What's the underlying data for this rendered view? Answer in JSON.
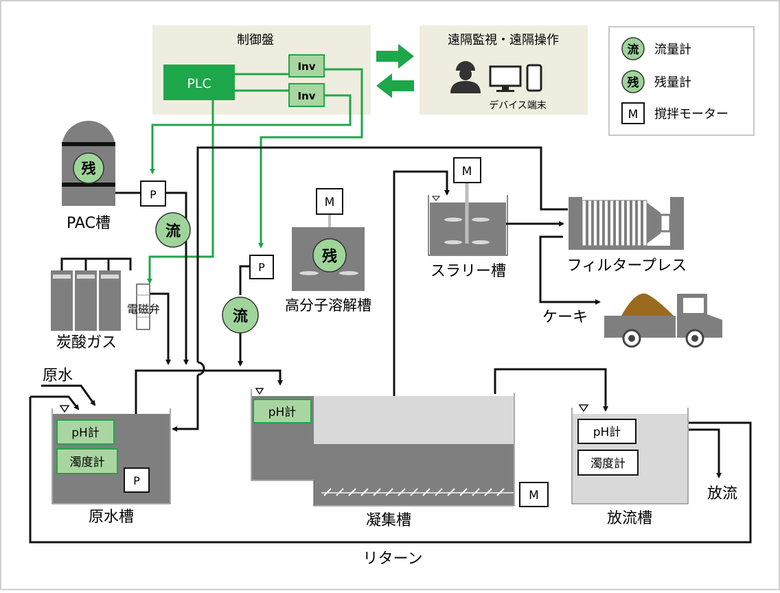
{
  "control_panel": {
    "title": "制御盤",
    "plc": "PLC",
    "inv1": "Inv",
    "inv2": "Inv"
  },
  "remote": {
    "title": "遠隔監視・遠隔操作",
    "device": "デバイス端末"
  },
  "legend": {
    "flow_symbol": "流",
    "flow_label": "流量計",
    "level_symbol": "残",
    "level_label": "残量計",
    "motor_symbol": "M",
    "motor_label": "撹拌モーター"
  },
  "tanks": {
    "pac": "PAC槽",
    "co2": "炭酸ガス",
    "valve": "電磁弁",
    "polymer": "高分子溶解槽",
    "slurry": "スラリー槽",
    "filter_press": "フィルタープレス",
    "cake": "ケーキ",
    "raw_water_in": "原水",
    "raw_tank": "原水槽",
    "coag_tank": "凝集槽",
    "discharge_tank": "放流槽",
    "discharge": "放流",
    "return": "リターン"
  },
  "instruments": {
    "ph": "pH計",
    "turbidity": "濁度計",
    "pump": "P",
    "motor": "M",
    "flow": "流",
    "level": "残"
  },
  "colors": {
    "green": "#1ea64a",
    "light_green": "#a9d5a0",
    "meter_green": "#9fd49a",
    "beige": "#efeddf",
    "gray_dark": "#7f7f7f",
    "gray_light": "#d9d9d9"
  }
}
